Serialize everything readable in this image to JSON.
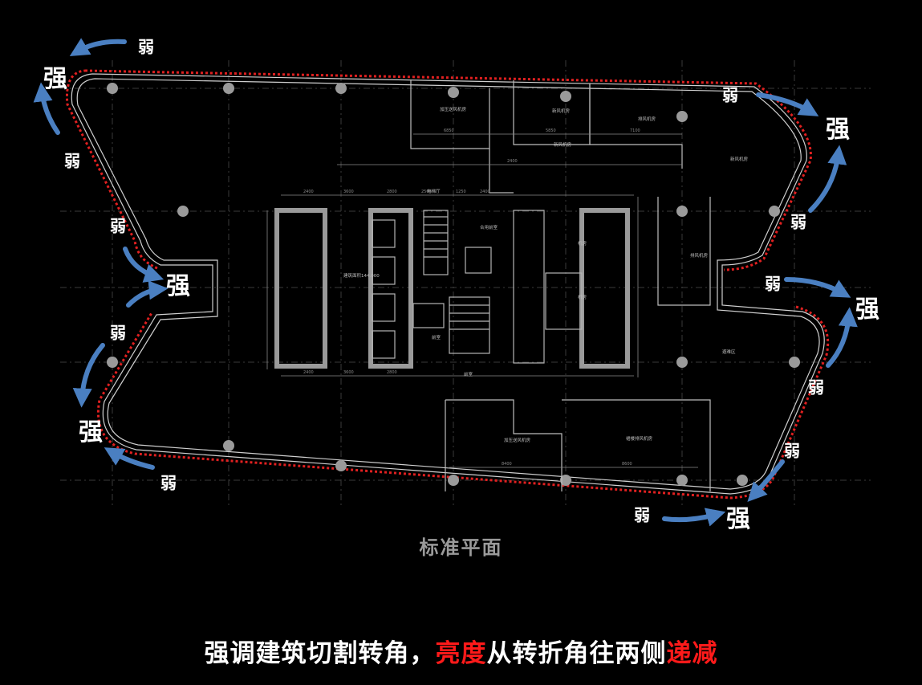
{
  "plan_title": "标准平面",
  "caption": {
    "part1": "强调建筑切割转角，",
    "part2": "亮度",
    "part3": "从转折角往两侧",
    "part4": "递减"
  },
  "labels": {
    "strong": "强",
    "weak": "弱"
  },
  "colors": {
    "background": "#000000",
    "highlight": "#ff1a1a",
    "arrow": "#4a7fc1",
    "outline": "#e02020"
  },
  "room_labels": [
    "加压送风机房",
    "新风机房",
    "新风机房",
    "排风机房",
    "电梯厅",
    "前室",
    "前室",
    "合用前室",
    "机房",
    "机房",
    "新风机房",
    "排风机房",
    "加压送风机房",
    "裙楼排风机房",
    "避难区",
    "建筑面积144.000"
  ]
}
